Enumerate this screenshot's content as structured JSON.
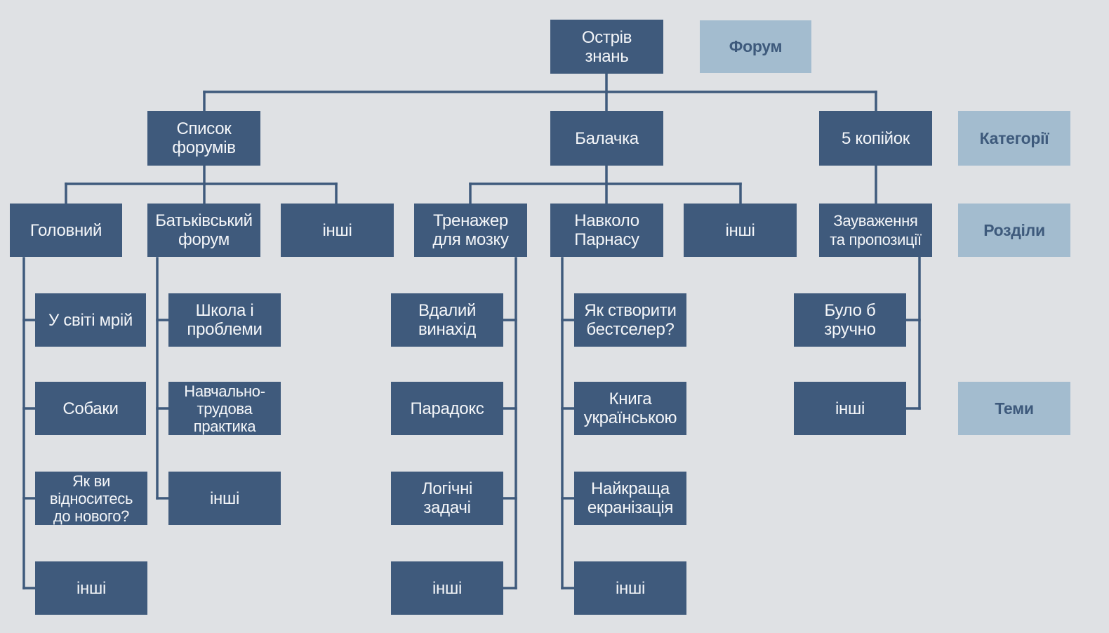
{
  "colors": {
    "node_fill": "#3f5a7c",
    "node_text": "#f4f6f9",
    "legend_fill": "#a3bccf",
    "legend_text": "#3e5a7c",
    "connector": "#3f5a7c",
    "background": "#dfe1e4"
  },
  "legend": {
    "forum": "Форум",
    "categories": "Категорії",
    "sections": "Розділи",
    "topics": "Теми"
  },
  "root": {
    "label": "Острів\nзнань"
  },
  "categories": [
    {
      "label": "Список\nфорумів",
      "sections": [
        {
          "label": "Головний",
          "topics": [
            "У світі мрій",
            "Собаки",
            "Як ви\nвідноситесь\nдо нового?",
            "інші"
          ]
        },
        {
          "label": "Батьківський\nфорум",
          "topics": [
            "Школа і\nпроблеми",
            "Навчально-\nтрудова\nпрактика",
            "інші"
          ]
        },
        {
          "label": "інші",
          "topics": []
        }
      ]
    },
    {
      "label": "Балачка",
      "sections": [
        {
          "label": "Тренажер\nдля мозку",
          "topics": [
            "Вдалий\nвинахід",
            "Парадокс",
            "Логічні\nзадачі",
            "інші"
          ]
        },
        {
          "label": "Навколо\nПарнасу",
          "topics": [
            "Як створити\nбестселер?",
            "Книга\nукраїнською",
            "Найкраща\nекранізація",
            "інші"
          ]
        },
        {
          "label": "інші",
          "topics": []
        }
      ]
    },
    {
      "label": "5 копійок",
      "sections": [
        {
          "label": "Зауваження\nта пропозиції",
          "topics": [
            "Було б\nзручно",
            "інші"
          ]
        }
      ]
    }
  ]
}
